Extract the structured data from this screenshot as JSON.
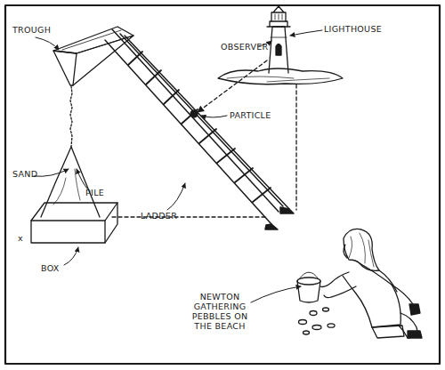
{
  "diagram": {
    "labels": [
      "TROUGH",
      "SAND",
      "PILE",
      "BOX",
      "x",
      "LADDER",
      "PARTICLE",
      "OBSERVER",
      "LIGHTHOUSE",
      "NEWTON GATHERING PEBBLES ON THE BEACH"
    ]
  }
}
